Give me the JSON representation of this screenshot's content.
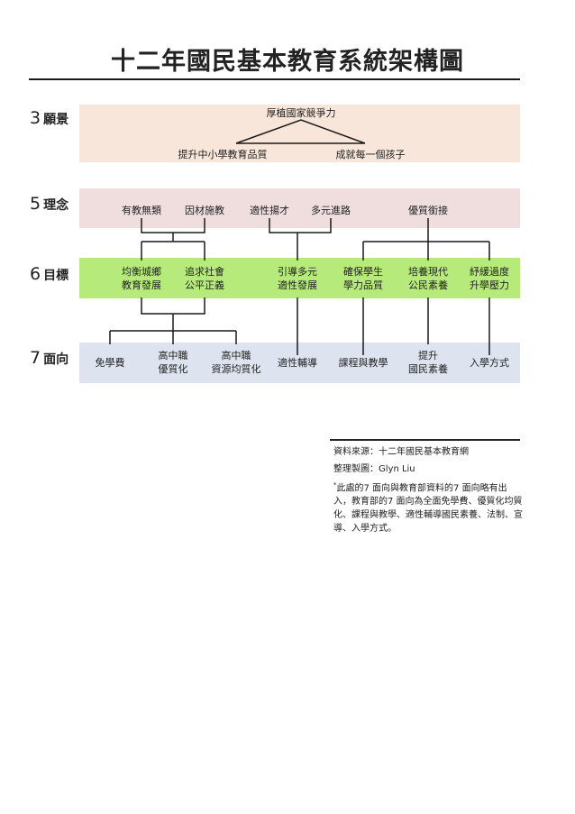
{
  "title": "十二年國民基本教育系統架構圖",
  "rows": {
    "vision": {
      "num": "3",
      "label": "願景"
    },
    "idea": {
      "num": "5",
      "label": "理念"
    },
    "goal": {
      "num": "6",
      "label": "目標"
    },
    "aspect": {
      "num": "7",
      "label": "面向"
    }
  },
  "vision": {
    "main": "厚植國家競爭力",
    "left": "提升中小學教育品質",
    "right": "成就每一個孩子"
  },
  "ideas": [
    "有教無類",
    "因材施教",
    "適性揚才",
    "多元進路",
    "優質銜接"
  ],
  "goals": [
    "均衡城鄉\n教育發展",
    "追求社會\n公平正義",
    "引導多元\n適性發展",
    "確保學生\n學力品質",
    "培養現代\n公民素養",
    "紓緩過度\n升學壓力"
  ],
  "aspects": [
    "免學費",
    "高中職\n優質化",
    "高中職\n資源均質化",
    "適性輔導",
    "課程與教學",
    "提升\n國民素養",
    "入學方式"
  ],
  "notes": {
    "source": "資料來源：十二年國民基本教育網",
    "author": "整理製圖：Glyn Liu",
    "mark": "*",
    "remark": "此處的7 面向與教育部資料的7 面向略有出入，教育部的7 面向為全面免學費、優質化均質化、課程與教學、適性輔導國民素養、法制、宣導、入學方式。"
  },
  "colors": {
    "vision_band": "#f8e6da",
    "idea_band": "#f0dede",
    "goal_band": "#b6ea7a",
    "aspect_band": "#dde4ef",
    "line": "#1a1a1a"
  }
}
